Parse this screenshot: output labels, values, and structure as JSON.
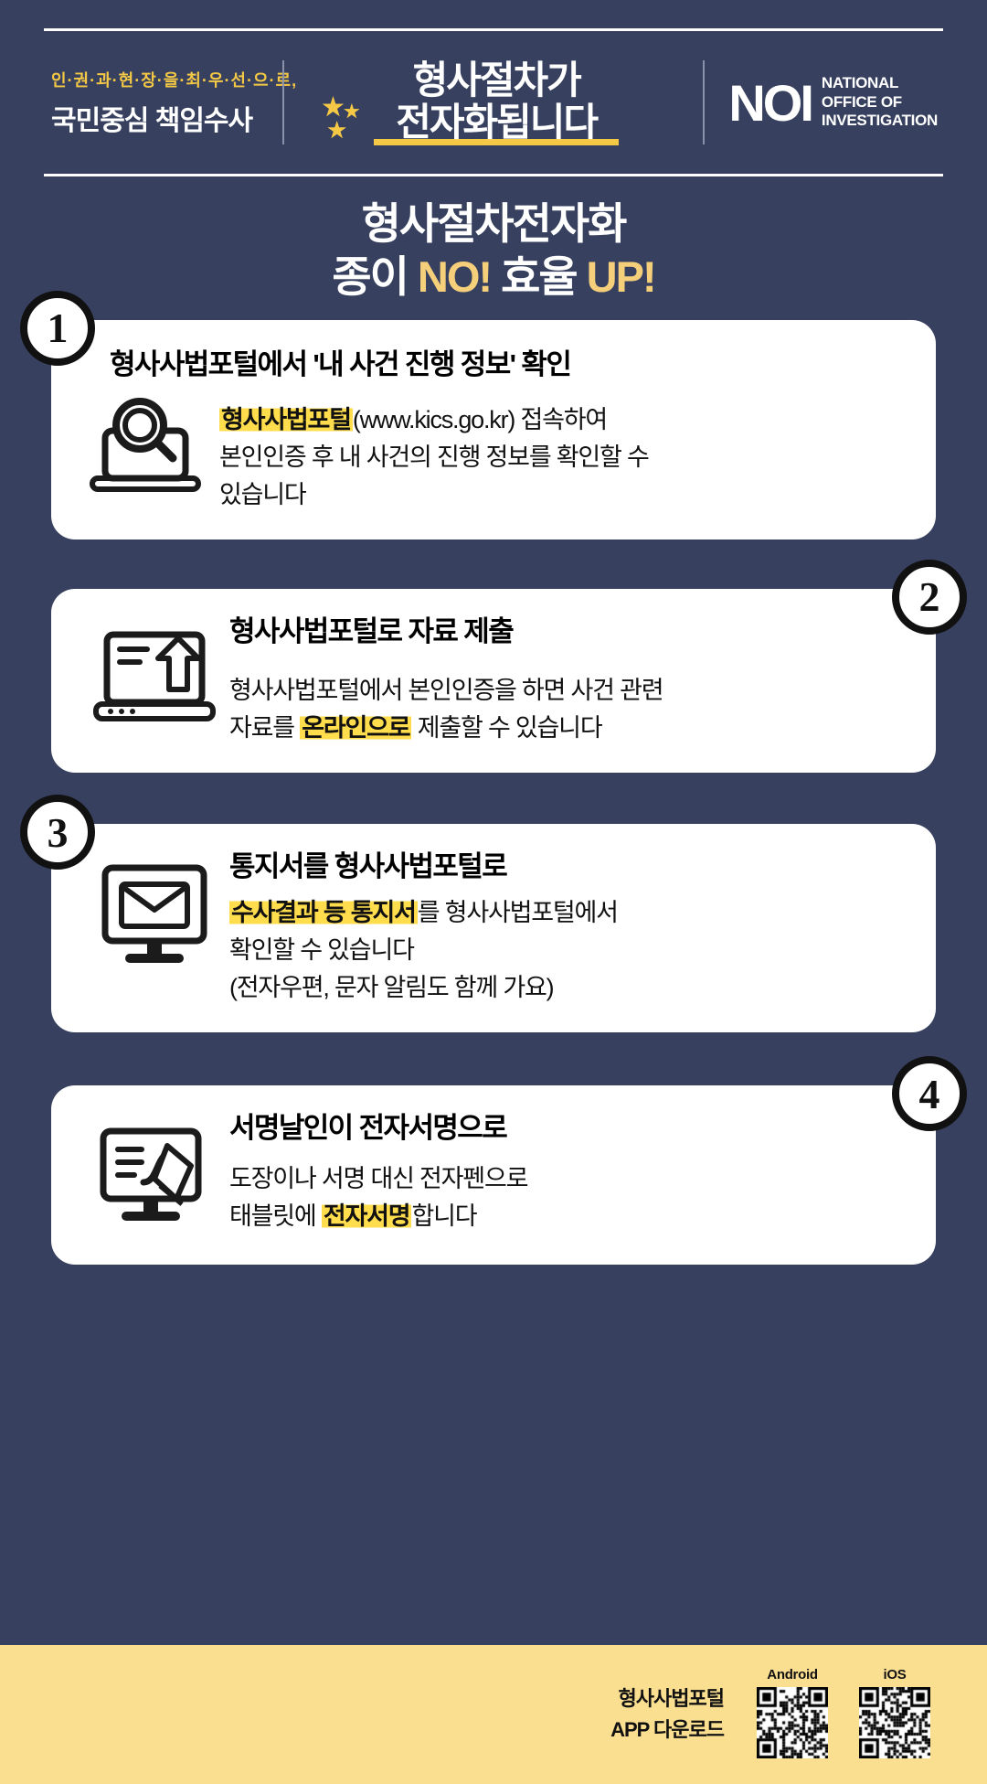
{
  "theme": {
    "background": "#37415f",
    "card_background": "#ffffff",
    "accent_yellow": "#f5c845",
    "highlight_yellow": "#ffdd4d",
    "footer_background": "#fadf91",
    "text_dark": "#111111",
    "text_light": "#ffffff"
  },
  "header": {
    "slogan_top": "인·권·과·현·장·을·최·우·선·으·로,",
    "slogan_main": "국민중심 책임수사",
    "center_title_line1": "형사절차가",
    "center_title_line2": "전자화됩니다",
    "logo_mark": "NOI",
    "logo_name_line1": "NATIONAL",
    "logo_name_line2": "OFFICE OF",
    "logo_name_line3": "INVESTIGATION"
  },
  "main_title": {
    "line1": "형사절차전자화",
    "line2_part1": "종이 ",
    "line2_no": "NO!",
    "line2_part2": " 효율 ",
    "line2_up": "UP!"
  },
  "cards": [
    {
      "number": "1",
      "badge_side": "left",
      "icon": "laptop-magnifier-icon",
      "title": "형사사법포털에서 '내 사건 진행 정보' 확인",
      "lines": [
        {
          "pre": "",
          "highlight": "형사사법포털",
          "post": "(www.kics.go.kr) 접속하여"
        },
        {
          "pre": "본인인증 후 내 사건의 진행 정보를 확인할 수",
          "highlight": "",
          "post": ""
        },
        {
          "pre": "있습니다",
          "highlight": "",
          "post": ""
        }
      ]
    },
    {
      "number": "2",
      "badge_side": "right",
      "icon": "laptop-upload-icon",
      "title": "형사사법포털로 자료 제출",
      "lines": [
        {
          "pre": "형사사법포털에서 본인인증을 하면 사건 관련",
          "highlight": "",
          "post": ""
        },
        {
          "pre": "자료를 ",
          "highlight": "온라인으로",
          "post": " 제출할 수 있습니다"
        }
      ]
    },
    {
      "number": "3",
      "badge_side": "left",
      "icon": "monitor-envelope-icon",
      "title": "통지서를 형사사법포털로",
      "lines": [
        {
          "pre": "",
          "highlight": "수사결과 등 통지서",
          "post": "를 형사사법포털에서"
        },
        {
          "pre": "확인할 수 있습니다",
          "highlight": "",
          "post": ""
        },
        {
          "pre": "(전자우편, 문자 알림도 함께 가요)",
          "highlight": "",
          "post": ""
        }
      ]
    },
    {
      "number": "4",
      "badge_side": "right",
      "icon": "monitor-signature-pen-icon",
      "title": "서명날인이 전자서명으로",
      "lines": [
        {
          "pre": "도장이나 서명 대신 전자펜으로",
          "highlight": "",
          "post": ""
        },
        {
          "pre": "태블릿에 ",
          "highlight": "전자서명",
          "post": "합니다"
        }
      ]
    }
  ],
  "footer": {
    "app_label_line1": "형사사법포털",
    "app_label_line2": "APP 다운로드",
    "qr_codes": [
      {
        "caption": "Android"
      },
      {
        "caption": "iOS"
      }
    ]
  }
}
